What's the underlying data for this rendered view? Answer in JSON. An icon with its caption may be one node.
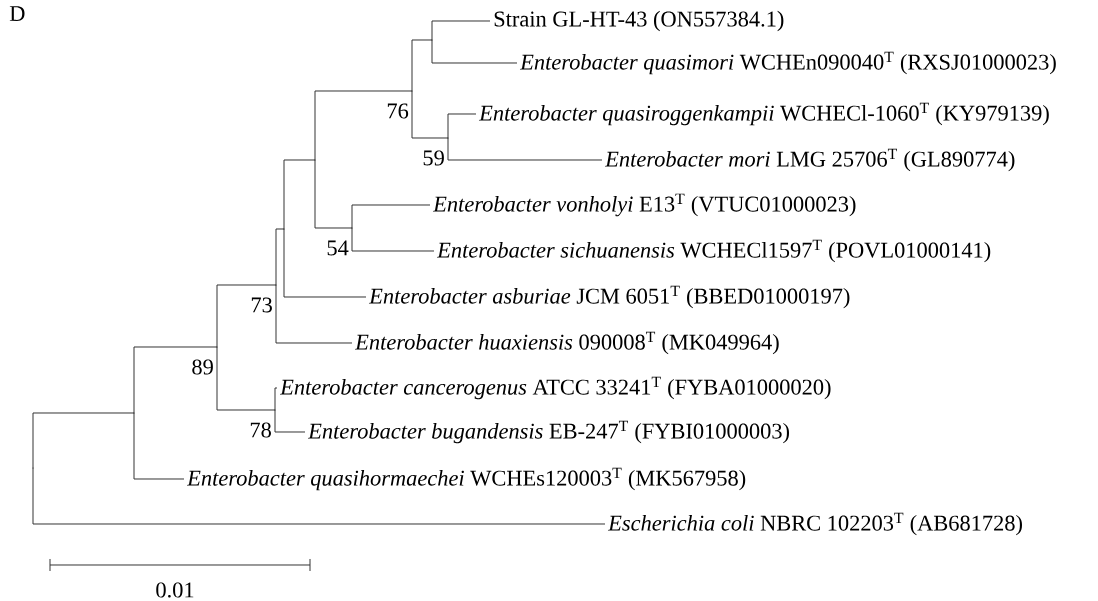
{
  "diagram": {
    "nodes": [
      {
        "text": [
          "Strain GL-HT-43 (ON557384.1)"
        ]
      },
      {
        "text": [
          "*Enterobacter quasimori* WCHEn090040$^{T}$ (RXSJ01000023)"
        ]
      },
      {
        "text": [
          "*Enterobacter quasiroggenkampii* WCHECl-1060$^{T}$ (KY979139)"
        ]
      },
      {
        "text": [
          "*Enterobacter mori* LMG 25706$^{T}$ (GL890774)"
        ]
      },
      {
        "text": [
          "*Enterobacter vonholyi* E13$^{T}$ (VTUC01000023)"
        ]
      },
      {
        "text": [
          "*Enterobacter sichuanensis* WCHECl1597$^{T}$ (POVL01000141)"
        ]
      },
      {
        "text": [
          "*Enterobacter asburiae* JCM 6051$^{T}$ (BBED01000197)"
        ]
      },
      {
        "text": [
          "*Enterobacter huaxiensis* 090008$^{T}$ (MK049964)"
        ]
      },
      {
        "text": [
          "*Enterobacter cancerogenus* ATCC 33241$^{T}$ (FYBA01000020)"
        ]
      },
      {
        "text": [
          "*Enterobacter bugandensis* EB-247$^{T}$ (FYBI01000003)"
        ]
      },
      {
        "text": [
          "*Enterobacter quasihormaechei* WCHEs120003$^{T}$ (MK567958)"
        ]
      },
      {
        "text": [
          "*Escherichia coli* NBRC 102203$^{T}$ (AB681728)"
        ]
      },
      {
        "text": [],
        "shape": "point"
      },
      {
        "text": [],
        "shape": "point"
      },
      {
        "text": [],
        "shape": "point",
        "beside": [
          "89"
        ]
      },
      {
        "text": [],
        "shape": "point",
        "beside": [
          "78"
        ]
      },
      {
        "text": [],
        "shape": "point",
        "beside": [
          "73"
        ]
      },
      {
        "text": [],
        "shape": "point"
      },
      {
        "text": [],
        "shape": "point"
      },
      {
        "text": [],
        "shape": "point",
        "beside": [
          "76"
        ]
      },
      {
        "text": [],
        "shape": "point"
      },
      {
        "text": [],
        "shape": "point",
        "beside": [
          "59"
        ]
      },
      {
        "text": [],
        "shape": "point",
        "beside": [
          "54"
        ]
      }
    ],
    "edges": [
      {
        "from": 12,
        "to": 13,
        "arrow": "none"
      },
      {
        "from": 12,
        "to": 11,
        "arrow": "none"
      },
      {
        "from": 13,
        "to": 14,
        "arrow": "none"
      },
      {
        "from": 13,
        "to": 10,
        "arrow": "none"
      },
      {
        "from": 14,
        "to": 16,
        "arrow": "none"
      },
      {
        "from": 14,
        "to": 15,
        "arrow": "none"
      },
      {
        "from": 15,
        "to": 8,
        "arrow": "none"
      },
      {
        "from": 15,
        "to": 9,
        "arrow": "none"
      },
      {
        "from": 16,
        "to": 17,
        "arrow": "none"
      },
      {
        "from": 16,
        "to": 7,
        "arrow": "none"
      },
      {
        "from": 17,
        "to": 18,
        "arrow": "none"
      },
      {
        "from": 17,
        "to": 6,
        "arrow": "none"
      },
      {
        "from": 18,
        "to": 19,
        "arrow": "none"
      },
      {
        "from": 18,
        "to": 22,
        "arrow": "none"
      },
      {
        "from": 19,
        "to": 20,
        "arrow": "none"
      },
      {
        "from": 19,
        "to": 21,
        "arrow": "none"
      },
      {
        "from": 20,
        "to": 0,
        "arrow": "none"
      },
      {
        "from": 20,
        "to": 1,
        "arrow": "none"
      },
      {
        "from": 21,
        "to": 2,
        "arrow": "none"
      },
      {
        "from": 21,
        "to": 3,
        "arrow": "none"
      },
      {
        "from": 22,
        "to": 4,
        "arrow": "none"
      },
      {
        "from": 22,
        "to": 5,
        "arrow": "none"
      }
    ],
    "labels": [
      "D",
      "0.01"
    ]
  }
}
